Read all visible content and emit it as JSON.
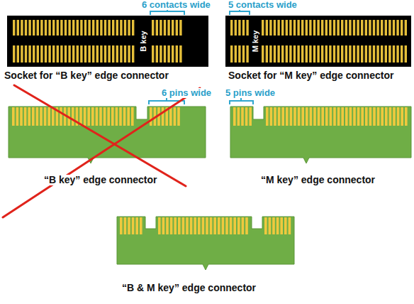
{
  "diagram": {
    "labels": [
      "6 contacts wide",
      "5 contacts wide",
      "B key",
      "M key",
      "Socket for “B key” edge connector",
      "Socket for “M key” edge connector",
      "6 pins wide",
      "5 pins wide",
      "“B key” edge connector",
      "“M key” edge connector",
      "“B & M key” edge connector"
    ]
  }
}
